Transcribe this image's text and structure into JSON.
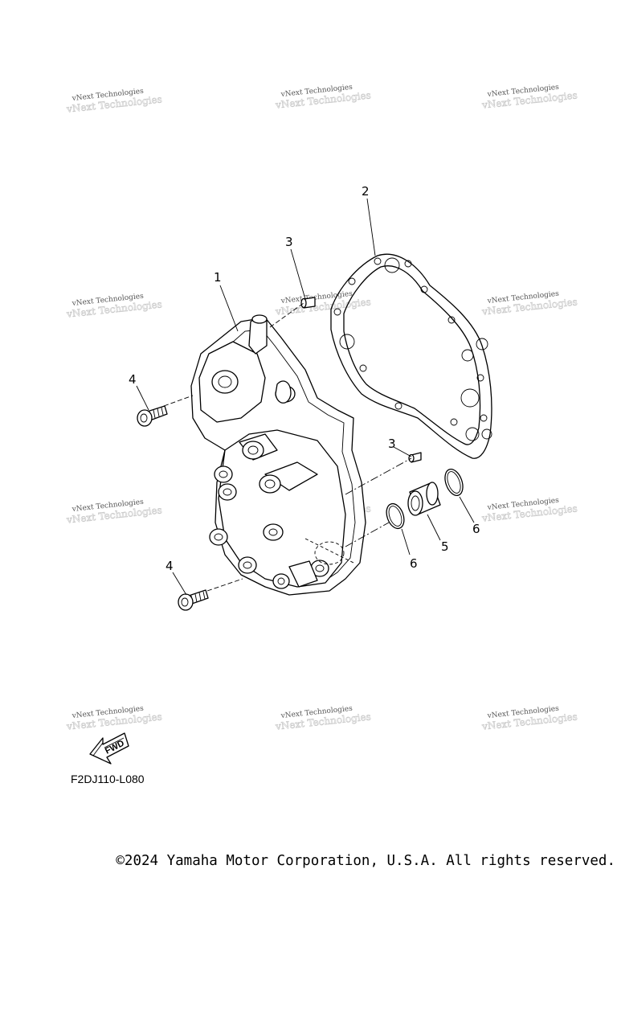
{
  "watermark_text": "vNext Technologies",
  "callouts": {
    "p1": "1",
    "p2": "2",
    "p3a": "3",
    "p3b": "3",
    "p4a": "4",
    "p4b": "4",
    "p5": "5",
    "p6a": "6",
    "p6b": "6"
  },
  "fwd_label": "FWD",
  "figure_code": "F2DJ110-L080",
  "copyright": "©2024 Yamaha Motor Corporation, U.S.A. All rights reserved."
}
